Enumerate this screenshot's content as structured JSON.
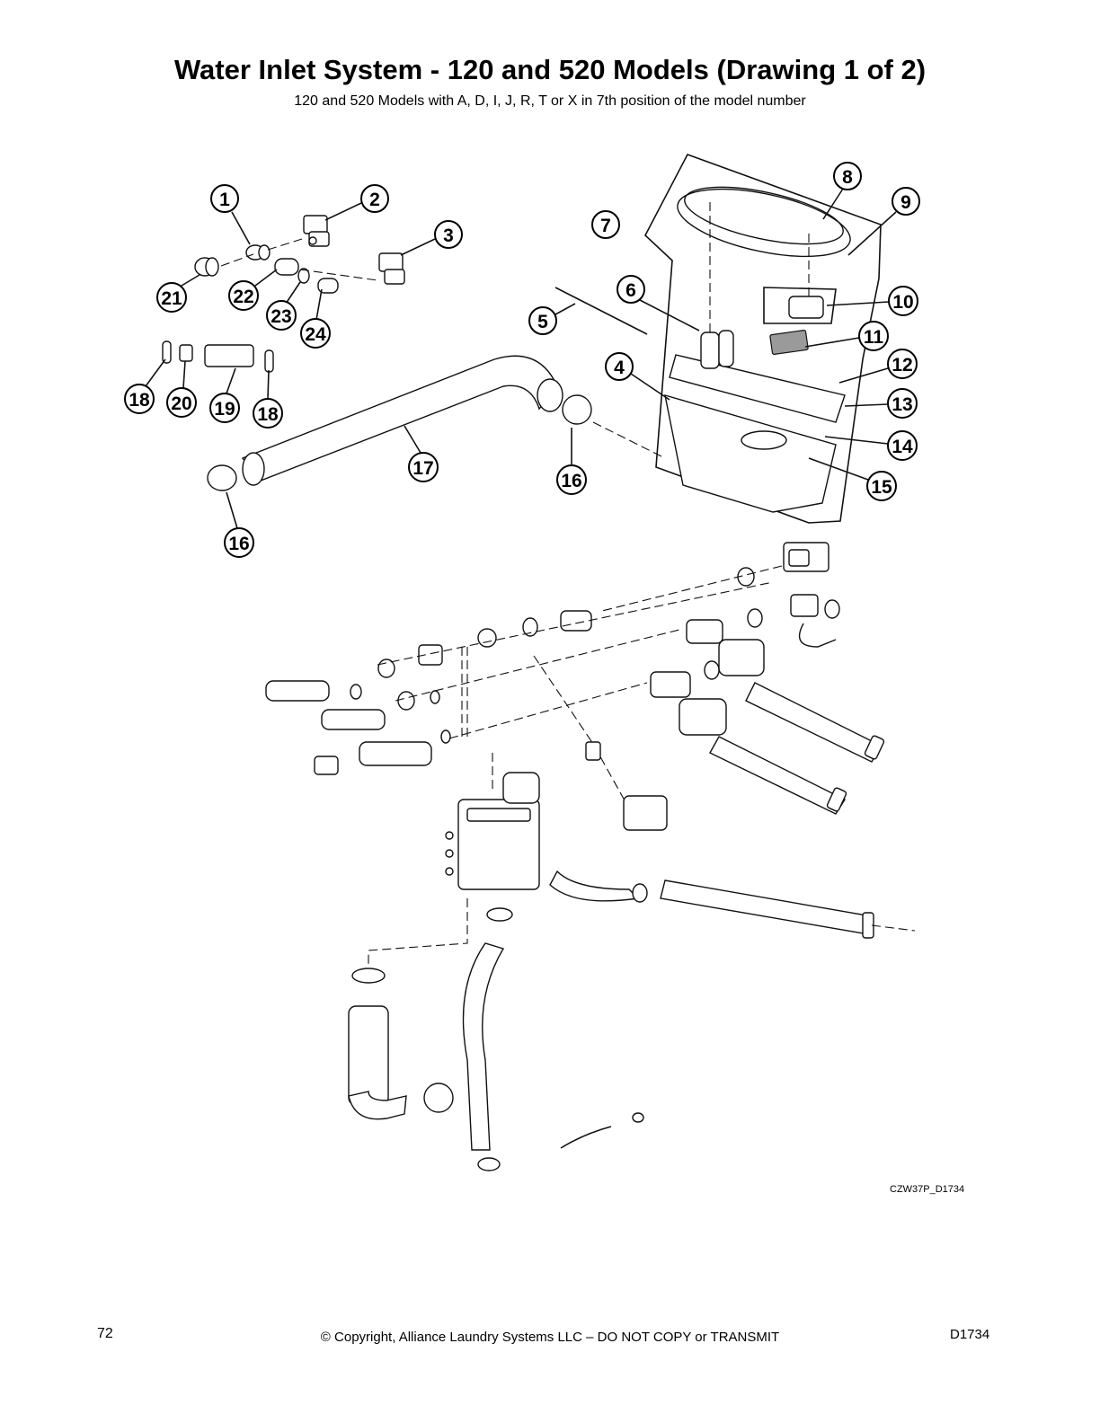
{
  "header": {
    "title": "Water Inlet System - 120 and 520 Models (Drawing 1 of 2)",
    "subtitle": "120 and 520 Models with A, D, I, J, R, T or X in 7th position of the model number"
  },
  "diagram": {
    "figure_id": "CZW37P_D1734",
    "callouts": [
      "1",
      "2",
      "3",
      "4",
      "5",
      "6",
      "7",
      "8",
      "9",
      "10",
      "11",
      "12",
      "13",
      "14",
      "15",
      "16",
      "16",
      "17",
      "18",
      "18",
      "19",
      "20",
      "21",
      "22",
      "23",
      "24"
    ]
  },
  "footer": {
    "page_number": "72",
    "copyright": "© Copyright, Alliance Laundry Systems LLC – DO NOT COPY or TRANSMIT",
    "doc_id": "D1734"
  }
}
